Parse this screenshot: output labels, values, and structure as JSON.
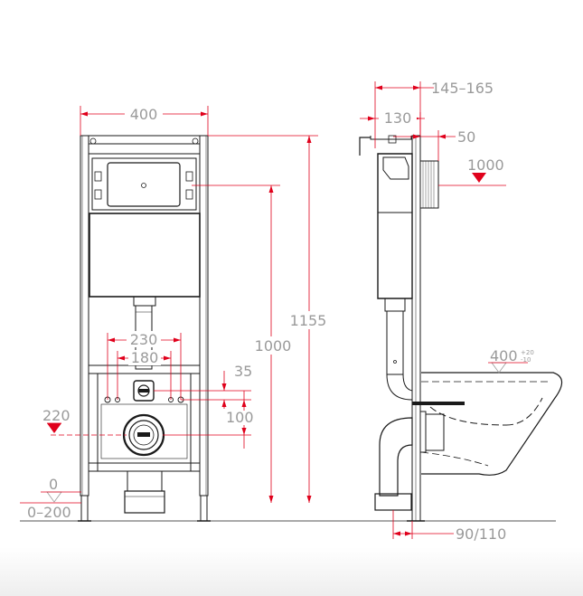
{
  "dimensions": {
    "frame_width": "400",
    "total_height": "1155",
    "outlet_height": "1000",
    "bolt_spacing_outer": "230",
    "bolt_spacing_inner": "180",
    "flush_offset": "35",
    "drain_offset": "100",
    "drain_height": "220",
    "floor_zero": "0",
    "floor_range": "0–200",
    "depth_range": "145–165",
    "depth": "130",
    "pipe_offset": "50",
    "height_mark": "1000",
    "bowl_height": "400",
    "bowl_height_plus": "+20",
    "bowl_height_minus": "-10",
    "drain_depth": "90/110"
  },
  "colors": {
    "dimension_line": "#e0001b",
    "dimension_text": "#9a9a9a",
    "outline": "#1a1a1a"
  }
}
